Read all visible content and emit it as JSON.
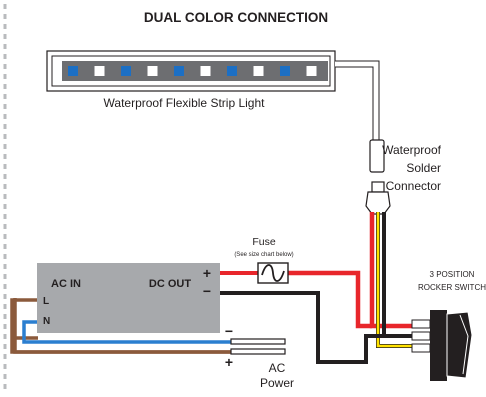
{
  "title": "DUAL COLOR CONNECTION",
  "strip_light": {
    "label": "Waterproof Flexible Strip Light"
  },
  "connector": {
    "line1": "Waterproof",
    "line2": "Solder",
    "line3": "Connector"
  },
  "fuse": {
    "label": "Fuse",
    "note": "(See size chart below)"
  },
  "driver": {
    "ac_in": "AC IN",
    "dc_out": "DC OUT",
    "terminal_l": "L",
    "terminal_n": "N",
    "plus": "+",
    "minus": "−"
  },
  "switch": {
    "line1": "3 POSITION",
    "line2": "ROCKER SWITCH"
  },
  "ac_power": {
    "line1": "AC",
    "line2": "Power",
    "minus": "−",
    "plus": "+"
  },
  "colors": {
    "red": "#e8262b",
    "black": "#231f20",
    "yellow": "#ffe200",
    "blue": "#2b7fd0",
    "brown": "#8b5a3c",
    "led_blue": "#1c6fc4",
    "driver_gray": "#a7a9ac"
  }
}
